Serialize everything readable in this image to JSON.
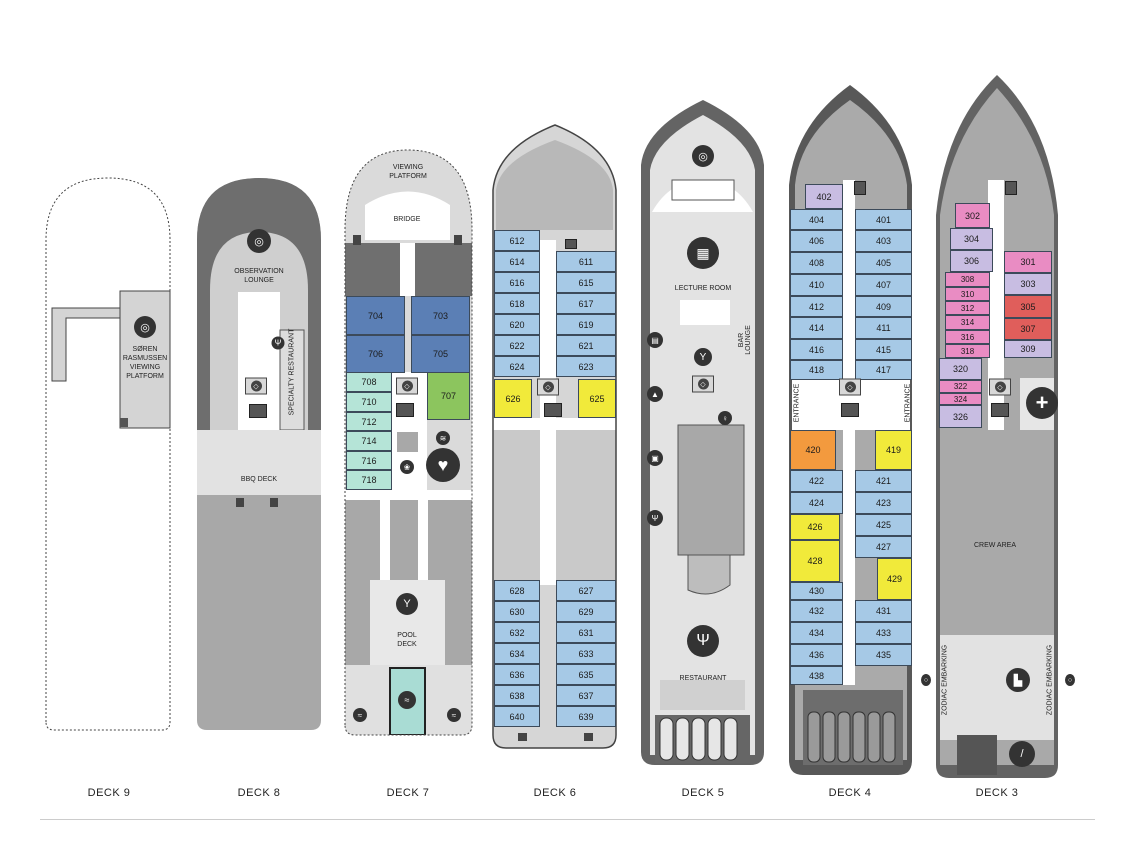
{
  "colors": {
    "standard_cabin": "#a6c9e6",
    "suite_blue": "#5b7fb5",
    "mint": "#b5e4d7",
    "green": "#8cc55e",
    "yellow": "#f1ea3a",
    "orange": "#f39a3e",
    "purple": "#c8bde2",
    "pink": "#e98cc3",
    "red": "#e05e5b",
    "hull_dark": "#5f5f5f",
    "deck_grey": "#a8a8a8",
    "deck_light": "#e0e0e0"
  },
  "decks": [
    {
      "name": "DECK 9",
      "labels": [
        "SØREN\nRASMUSSEN\nVIEWING\nPLATFORM"
      ],
      "icons": [
        "binoculars-icon"
      ],
      "cabins": []
    },
    {
      "name": "DECK 8",
      "labels": [
        "OBSERVATION\nLOUNGE",
        "BBQ DECK"
      ],
      "vlabels": [
        "SPECIALTY RESTAURANT"
      ],
      "icons": [
        "binoculars-icon",
        "restaurant-icon"
      ],
      "cabins": []
    },
    {
      "name": "DECK 7",
      "labels": [
        "VIEWING\nPLATFORM",
        "BRIDGE",
        "POOL\nDECK"
      ],
      "icons": [
        "heart-wellness-icon",
        "sauna-icon",
        "cocktail-icon",
        "pool-icon"
      ],
      "cabins": [
        {
          "number": "704",
          "color": "suite_blue"
        },
        {
          "number": "703",
          "color": "suite_blue"
        },
        {
          "number": "706",
          "color": "suite_blue"
        },
        {
          "number": "705",
          "color": "suite_blue"
        },
        {
          "number": "708",
          "color": "mint"
        },
        {
          "number": "710",
          "color": "mint"
        },
        {
          "number": "712",
          "color": "mint"
        },
        {
          "number": "714",
          "color": "mint"
        },
        {
          "number": "716",
          "color": "mint"
        },
        {
          "number": "718",
          "color": "mint"
        },
        {
          "number": "707",
          "color": "green"
        }
      ]
    },
    {
      "name": "DECK 6",
      "labels": [],
      "cabins": [
        {
          "number": "612",
          "color": "standard_cabin"
        },
        {
          "number": "614",
          "color": "standard_cabin"
        },
        {
          "number": "616",
          "color": "standard_cabin"
        },
        {
          "number": "618",
          "color": "standard_cabin"
        },
        {
          "number": "620",
          "color": "standard_cabin"
        },
        {
          "number": "622",
          "color": "standard_cabin"
        },
        {
          "number": "624",
          "color": "standard_cabin"
        },
        {
          "number": "611",
          "color": "standard_cabin"
        },
        {
          "number": "615",
          "color": "standard_cabin"
        },
        {
          "number": "617",
          "color": "standard_cabin"
        },
        {
          "number": "619",
          "color": "standard_cabin"
        },
        {
          "number": "621",
          "color": "standard_cabin"
        },
        {
          "number": "623",
          "color": "standard_cabin"
        },
        {
          "number": "626",
          "color": "yellow"
        },
        {
          "number": "625",
          "color": "yellow"
        },
        {
          "number": "628",
          "color": "standard_cabin"
        },
        {
          "number": "630",
          "color": "standard_cabin"
        },
        {
          "number": "632",
          "color": "standard_cabin"
        },
        {
          "number": "634",
          "color": "standard_cabin"
        },
        {
          "number": "636",
          "color": "standard_cabin"
        },
        {
          "number": "638",
          "color": "standard_cabin"
        },
        {
          "number": "640",
          "color": "standard_cabin"
        },
        {
          "number": "627",
          "color": "standard_cabin"
        },
        {
          "number": "629",
          "color": "standard_cabin"
        },
        {
          "number": "631",
          "color": "standard_cabin"
        },
        {
          "number": "633",
          "color": "standard_cabin"
        },
        {
          "number": "635",
          "color": "standard_cabin"
        },
        {
          "number": "637",
          "color": "standard_cabin"
        },
        {
          "number": "639",
          "color": "standard_cabin"
        }
      ]
    },
    {
      "name": "DECK 5",
      "labels": [
        "LECTURE ROOM",
        "RESTAURANT"
      ],
      "vlabels": [
        "BAR\nLOUNGE"
      ],
      "icons": [
        "binoculars-icon",
        "theater-icon",
        "cocktail-icon",
        "shop-icon",
        "cloche-icon",
        "gift-icon",
        "restaurant-icon"
      ],
      "cabins": []
    },
    {
      "name": "DECK 4",
      "labels": [],
      "vlabels": [
        "ENTRANCE",
        "ENTRANCE"
      ],
      "cabins": [
        {
          "number": "402",
          "color": "purple"
        },
        {
          "number": "404",
          "color": "standard_cabin"
        },
        {
          "number": "406",
          "color": "standard_cabin"
        },
        {
          "number": "408",
          "color": "standard_cabin"
        },
        {
          "number": "410",
          "color": "standard_cabin"
        },
        {
          "number": "412",
          "color": "standard_cabin"
        },
        {
          "number": "414",
          "color": "standard_cabin"
        },
        {
          "number": "416",
          "color": "standard_cabin"
        },
        {
          "number": "418",
          "color": "standard_cabin"
        },
        {
          "number": "401",
          "color": "standard_cabin"
        },
        {
          "number": "403",
          "color": "standard_cabin"
        },
        {
          "number": "405",
          "color": "standard_cabin"
        },
        {
          "number": "407",
          "color": "standard_cabin"
        },
        {
          "number": "409",
          "color": "standard_cabin"
        },
        {
          "number": "411",
          "color": "standard_cabin"
        },
        {
          "number": "415",
          "color": "standard_cabin"
        },
        {
          "number": "417",
          "color": "standard_cabin"
        },
        {
          "number": "420",
          "color": "orange"
        },
        {
          "number": "419",
          "color": "yellow"
        },
        {
          "number": "422",
          "color": "standard_cabin"
        },
        {
          "number": "424",
          "color": "standard_cabin"
        },
        {
          "number": "426",
          "color": "yellow"
        },
        {
          "number": "428",
          "color": "yellow"
        },
        {
          "number": "430",
          "color": "standard_cabin"
        },
        {
          "number": "432",
          "color": "standard_cabin"
        },
        {
          "number": "434",
          "color": "standard_cabin"
        },
        {
          "number": "436",
          "color": "standard_cabin"
        },
        {
          "number": "438",
          "color": "standard_cabin"
        },
        {
          "number": "421",
          "color": "standard_cabin"
        },
        {
          "number": "423",
          "color": "standard_cabin"
        },
        {
          "number": "425",
          "color": "standard_cabin"
        },
        {
          "number": "427",
          "color": "standard_cabin"
        },
        {
          "number": "429",
          "color": "yellow"
        },
        {
          "number": "431",
          "color": "standard_cabin"
        },
        {
          "number": "433",
          "color": "standard_cabin"
        },
        {
          "number": "435",
          "color": "standard_cabin"
        }
      ]
    },
    {
      "name": "DECK 3",
      "labels": [
        "CREW AREA"
      ],
      "vlabels": [
        "ZODIAC EMBARKING",
        "ZODIAC EMBARKING"
      ],
      "icons": [
        "medical-cross-icon",
        "boots-icon",
        "kayak-icon"
      ],
      "cabins": [
        {
          "number": "302",
          "color": "pink"
        },
        {
          "number": "304",
          "color": "purple"
        },
        {
          "number": "306",
          "color": "purple"
        },
        {
          "number": "308",
          "color": "pink"
        },
        {
          "number": "310",
          "color": "pink"
        },
        {
          "number": "312",
          "color": "pink"
        },
        {
          "number": "314",
          "color": "pink"
        },
        {
          "number": "316",
          "color": "pink"
        },
        {
          "number": "318",
          "color": "pink"
        },
        {
          "number": "320",
          "color": "purple"
        },
        {
          "number": "322",
          "color": "pink"
        },
        {
          "number": "324",
          "color": "pink"
        },
        {
          "number": "326",
          "color": "purple"
        },
        {
          "number": "301",
          "color": "pink"
        },
        {
          "number": "303",
          "color": "purple"
        },
        {
          "number": "305",
          "color": "red"
        },
        {
          "number": "307",
          "color": "red"
        },
        {
          "number": "309",
          "color": "purple"
        }
      ]
    }
  ]
}
